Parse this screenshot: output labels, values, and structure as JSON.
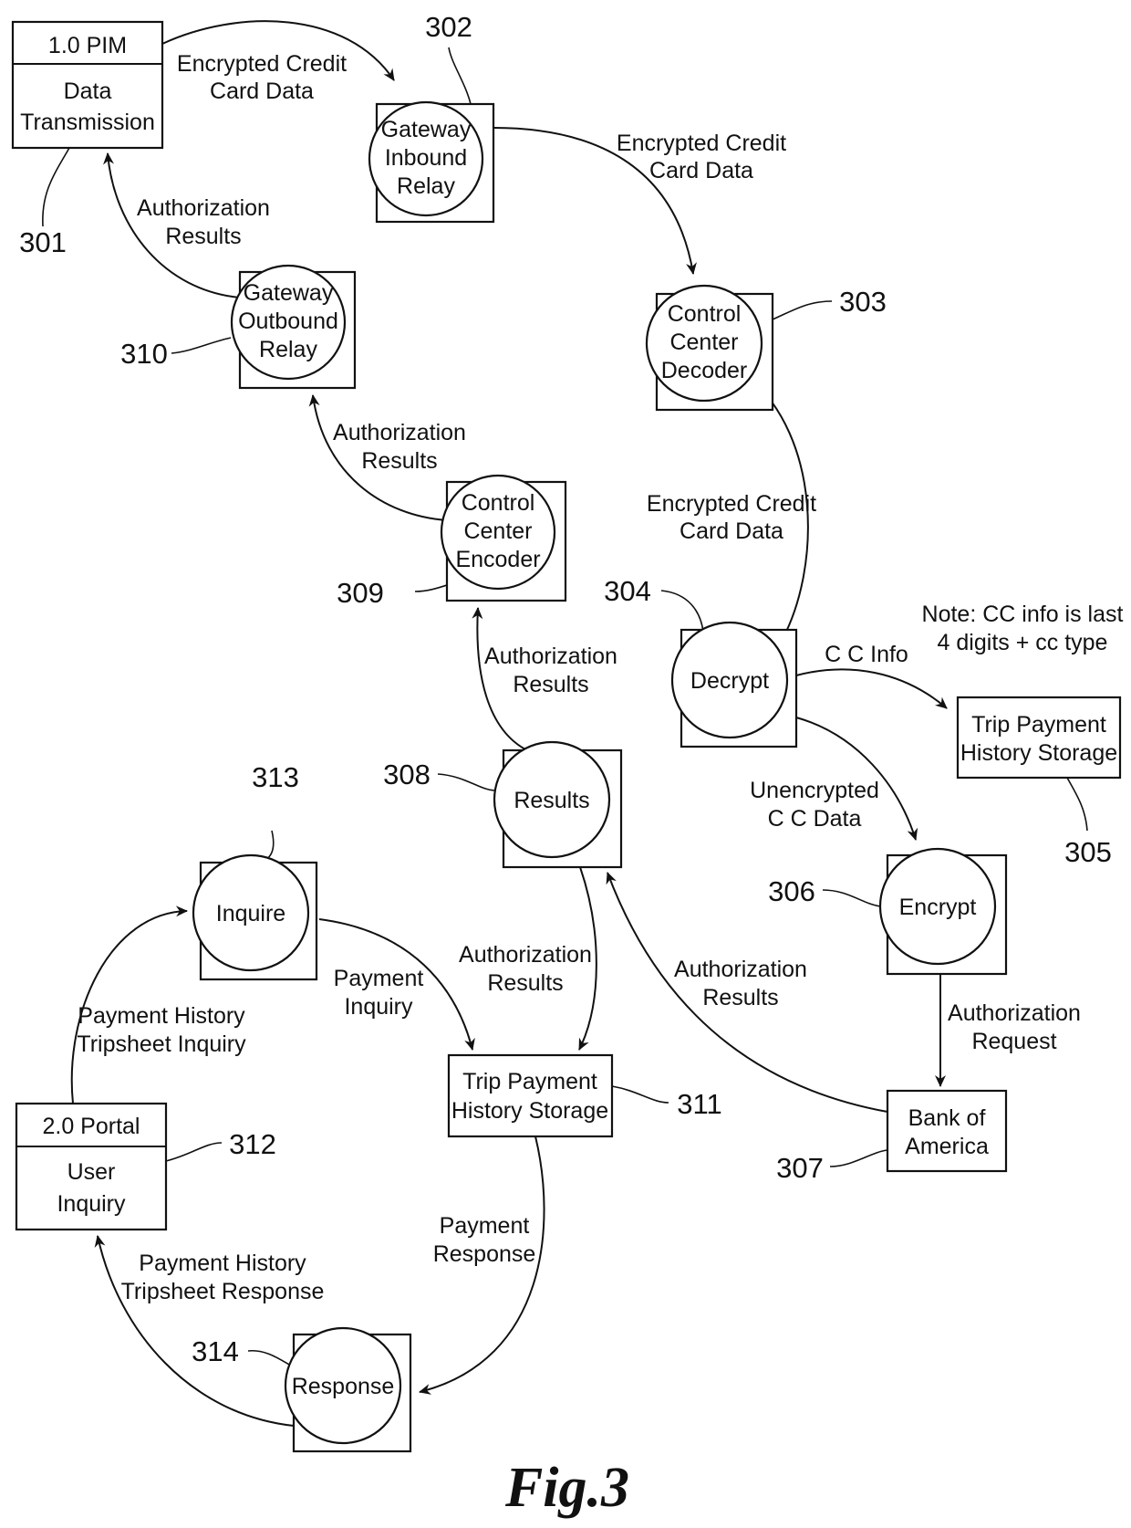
{
  "figure_caption": "Fig.3",
  "nodes": {
    "pim": {
      "ref": "301",
      "header": "1.0 PIM",
      "lines": [
        "Data",
        "Transmission"
      ]
    },
    "gateway_inbound": {
      "ref": "302",
      "lines": [
        "Gateway",
        "Inbound",
        "Relay"
      ]
    },
    "decoder": {
      "ref": "303",
      "lines": [
        "Control",
        "Center",
        "Decoder"
      ]
    },
    "decrypt": {
      "ref": "304",
      "lines": [
        "Decrypt"
      ]
    },
    "trip_storage_1": {
      "ref": "305",
      "lines": [
        "Trip Payment",
        "History Storage"
      ]
    },
    "encrypt": {
      "ref": "306",
      "lines": [
        "Encrypt"
      ]
    },
    "bank": {
      "ref": "307",
      "lines": [
        "Bank of",
        "America"
      ]
    },
    "results": {
      "ref": "308",
      "lines": [
        "Results"
      ]
    },
    "encoder": {
      "ref": "309",
      "lines": [
        "Control",
        "Center",
        "Encoder"
      ]
    },
    "gateway_outbound": {
      "ref": "310",
      "lines": [
        "Gateway",
        "Outbound",
        "Relay"
      ]
    },
    "trip_storage_2": {
      "ref": "311",
      "lines": [
        "Trip Payment",
        "History Storage"
      ]
    },
    "portal": {
      "ref": "312",
      "header": "2.0 Portal",
      "lines": [
        "User",
        "Inquiry"
      ]
    },
    "inquire": {
      "ref": "313",
      "lines": [
        "Inquire"
      ]
    },
    "response": {
      "ref": "314",
      "lines": [
        "Response"
      ]
    }
  },
  "flows": {
    "pim_to_inbound": [
      "Encrypted Credit",
      "Card Data"
    ],
    "inbound_to_decoder": [
      "Encrypted Credit",
      "Card Data"
    ],
    "decoder_to_decrypt": [
      "Encrypted Credit",
      "Card Data"
    ],
    "decrypt_to_storage": [
      "C C Info"
    ],
    "decrypt_to_encrypt": [
      "Unencrypted",
      "C C Data"
    ],
    "encrypt_to_bank": [
      "Authorization",
      "Request"
    ],
    "bank_to_results": [
      "Authorization",
      "Results"
    ],
    "results_to_encoder": [
      "Authorization",
      "Results"
    ],
    "results_to_storage": [
      "Authorization",
      "Results"
    ],
    "encoder_to_outbound": [
      "Authorization",
      "Results"
    ],
    "outbound_to_pim": [
      "Authorization",
      "Results"
    ],
    "portal_to_inquire": [
      "Payment History",
      "Tripsheet Inquiry"
    ],
    "inquire_to_storage": [
      "Payment",
      "Inquiry"
    ],
    "storage_to_response": [
      "Payment",
      "Response"
    ],
    "response_to_portal": [
      "Payment History",
      "Tripsheet Response"
    ]
  },
  "note": [
    "Note: CC info is last",
    "4 digits + cc type"
  ]
}
